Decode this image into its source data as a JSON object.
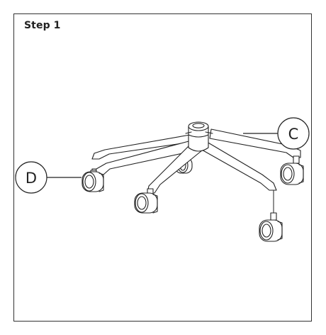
{
  "title": "Step 1",
  "callouts": {
    "c": "C",
    "d": "D"
  },
  "colors": {
    "line": "#222222",
    "border": "#333333",
    "background": "#ffffff"
  }
}
